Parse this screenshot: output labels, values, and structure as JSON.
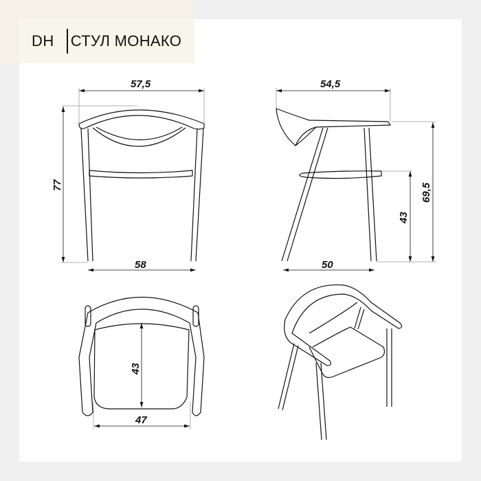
{
  "header": {
    "brand": "DH",
    "title": "СТУЛ МОНАКО"
  },
  "colors": {
    "background": "#f0f0f0",
    "panel": "#ffffff",
    "header_bg": "#f8f5ea",
    "line": "#111111",
    "dim_line": "#999999"
  },
  "views": {
    "front": {
      "top_width": "57,5",
      "base_width": "58",
      "height": "77"
    },
    "side": {
      "top_depth": "54,5",
      "base_depth": "50",
      "seat_height": "43",
      "arm_height": "69,5"
    },
    "top": {
      "seat_depth": "43",
      "seat_width": "47"
    },
    "perspective": {
      "label": ""
    }
  }
}
